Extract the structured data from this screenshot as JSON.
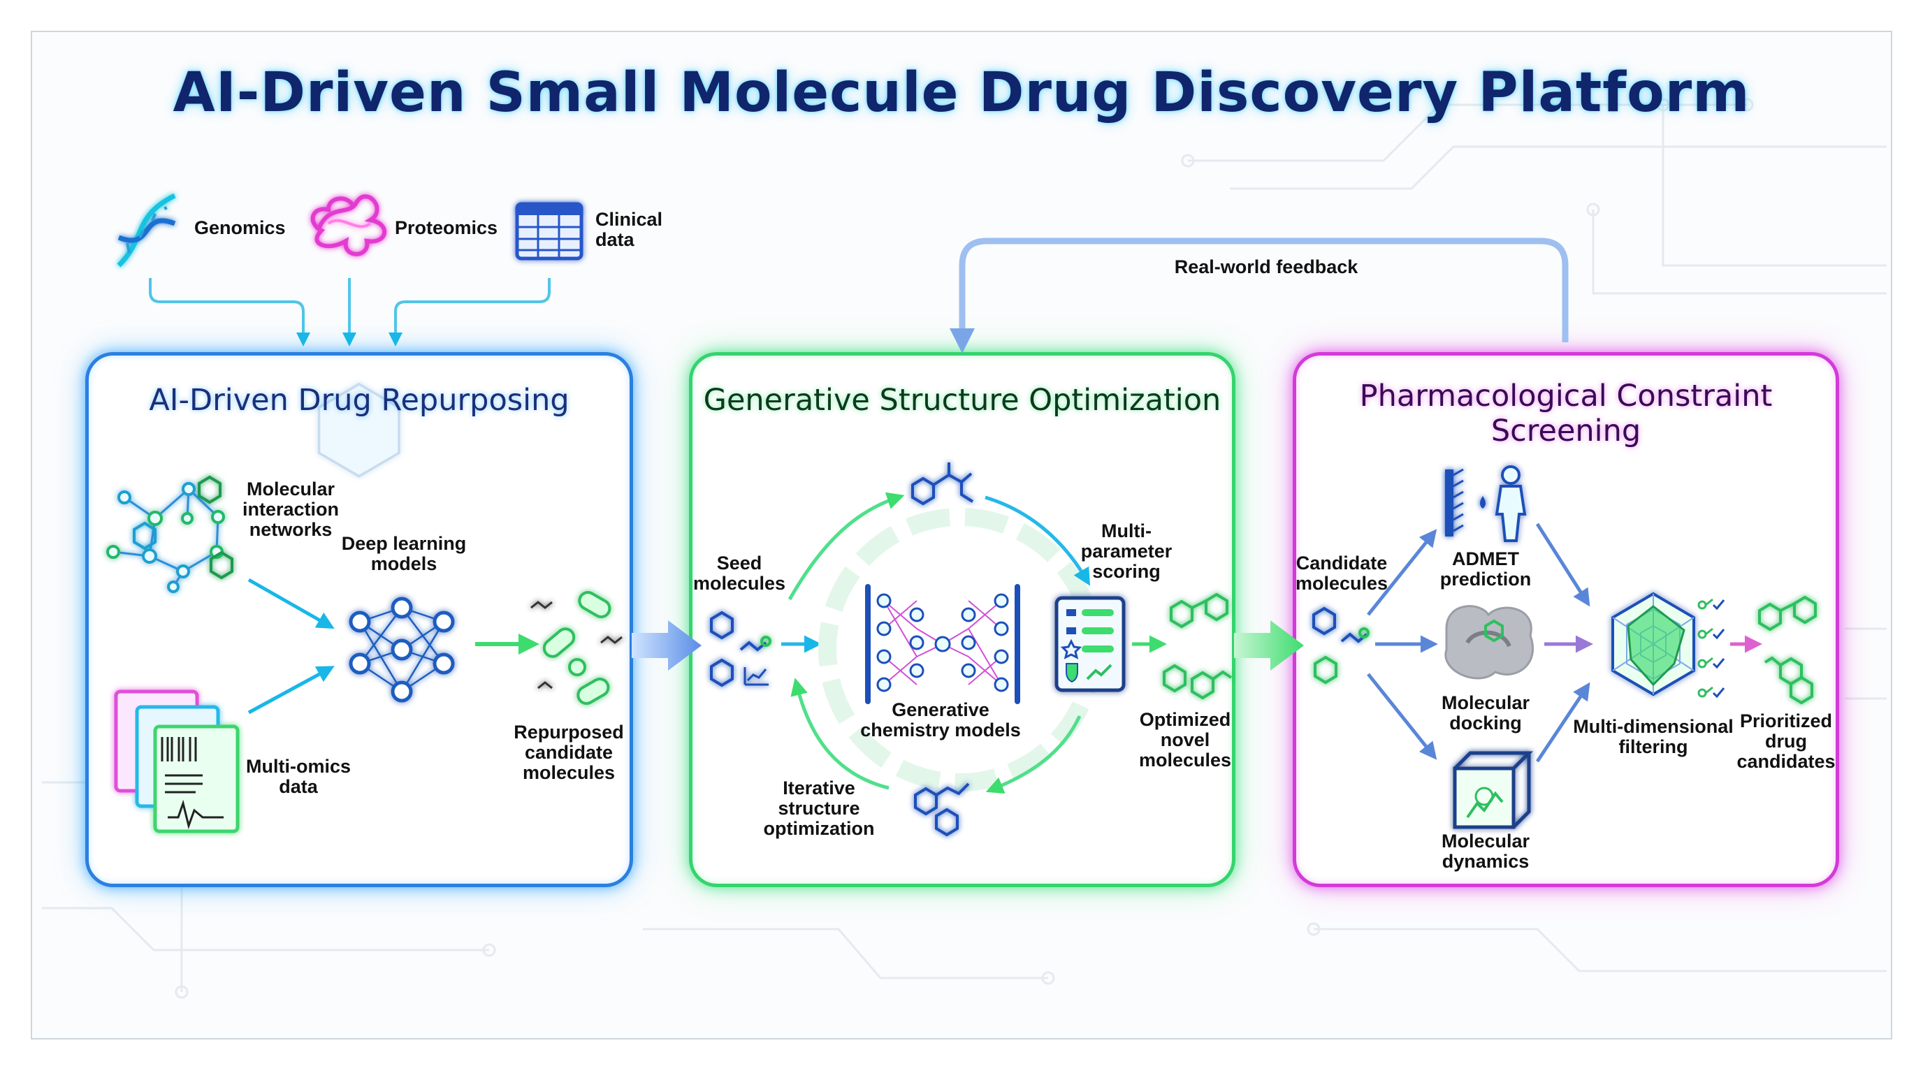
{
  "title": "AI-Driven Small Molecule Drug Discovery Platform",
  "inputs": {
    "genomics": "Genomics",
    "proteomics": "Proteomics",
    "clinical": "Clinical\ndata"
  },
  "feedback": "Real-world feedback",
  "panel1": {
    "title": "AI-Driven Drug Repurposing",
    "networks": "Molecular\ninteraction\nnetworks",
    "deep_learning": "Deep learning\nmodels",
    "multi_omics": "Multi-omics\ndata",
    "repurposed": "Repurposed\ncandidate\nmolecules"
  },
  "panel2": {
    "title": "Generative Structure Optimization",
    "seed": "Seed\nmolecules",
    "generative": "Generative\nchemistry models",
    "scoring": "Multi-\nparameter\nscoring",
    "iterative": "Iterative\nstructure\noptimization",
    "optimized": "Optimized\nnovel\nmolecules"
  },
  "panel3": {
    "title": "Pharmacological Constraint\nScreening",
    "candidate": "Candidate\nmolecules",
    "admet": "ADMET\nprediction",
    "docking": "Molecular\ndocking",
    "dynamics": "Molecular\ndynamics",
    "filtering": "Multi-dimensional\nfiltering",
    "prioritized": "Prioritized\ndrug\ncandidates"
  },
  "colors": {
    "blue": "#2b7fe0",
    "green": "#36d36e",
    "magenta": "#d33ad8",
    "title": "#10256b"
  }
}
